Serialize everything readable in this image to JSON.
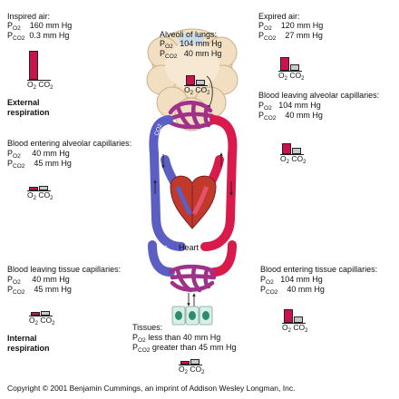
{
  "diagram": {
    "inspired": {
      "title": "Inspired air:",
      "po2": "160 mm Hg",
      "pco2": "0.3 mm Hg",
      "o2_level": 0.93,
      "co2_level": 0.0
    },
    "expired": {
      "title": "Expired air:",
      "po2": "120 mm Hg",
      "pco2": "27 mm Hg",
      "o2_level": 0.62,
      "co2_level": 0.28
    },
    "alveoli": {
      "title": "Alveoli of lungs:",
      "po2": "104 mm Hg",
      "pco2": "40 mm Hg",
      "o2_level": 0.56,
      "co2_level": 0.3
    },
    "blood_leaving_alveolar": {
      "title": "Blood leaving alveolar capillaries:",
      "po2": "104 mm Hg",
      "pco2": "40 mm Hg",
      "o2_level": 0.56,
      "co2_level": 0.3
    },
    "blood_entering_alveolar": {
      "title": "Blood entering alveolar capillaries:",
      "po2": "40 mm Hg",
      "pco2": "45 mm Hg",
      "o2_level": 0.28,
      "co2_level": 0.3
    },
    "blood_leaving_tissue": {
      "title": "Blood leaving tissue capillaries:",
      "po2": "40 mm Hg",
      "pco2": "45 mm Hg",
      "o2_level": 0.28,
      "co2_level": 0.3
    },
    "blood_entering_tissue": {
      "title": "Blood entering tissue capillaries:",
      "po2": "104 mm Hg",
      "pco2": "40 mm Hg",
      "o2_level": 0.62,
      "co2_level": 0.3
    },
    "tissues": {
      "title": "Tissues:",
      "po2": "less than 40 mm Hg",
      "pco2": "greater than 45 mm Hg",
      "o2_level": 0.22,
      "co2_level": 0.35
    },
    "external_label": "External\nrespiration",
    "internal_label": "Internal\nrespiration",
    "heart_label": "Heart",
    "o2_word": "O",
    "co2_word": "CO",
    "sub2": "2",
    "p_letter": "P",
    "o2_sub": "O2",
    "co2_sub": "CO2"
  },
  "colors": {
    "oxygenated": "#d91a4a",
    "deoxygenated": "#5b5fc4",
    "capillary": "#a0308a",
    "lung": "#f2dfc2",
    "alveolus": "#c8dcea",
    "gauge_o2": "#c8144a",
    "gauge_co2": "#c9c9c9"
  },
  "copyright": "Copyright © 2001 Benjamin Cummings, an imprint of Addison Wesley Longman, Inc."
}
